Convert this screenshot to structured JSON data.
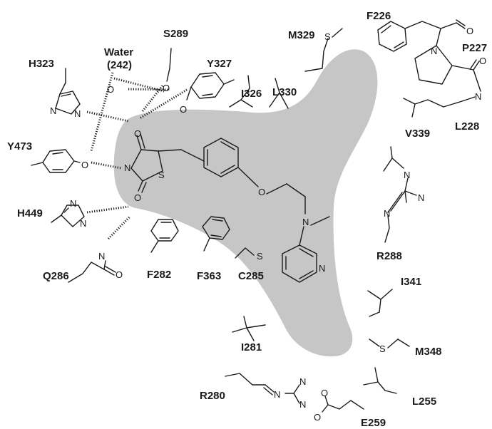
{
  "residues": {
    "H323": "H323",
    "S289": "S289",
    "Y327": "Y327",
    "I326": "I326",
    "L330": "L330",
    "M329": "M329",
    "F226": "F226",
    "P227": "P227",
    "V339": "V339",
    "L228": "L228",
    "Y473": "Y473",
    "H449": "H449",
    "Q286": "Q286",
    "F282": "F282",
    "F363": "F363",
    "C285": "C285",
    "R288": "R288",
    "I341": "I341",
    "I281": "I281",
    "M348": "M348",
    "L255": "L255",
    "R280": "R280",
    "E259": "E259"
  },
  "water": {
    "line1": "Water",
    "line2": "(242)"
  },
  "atoms": {
    "O": "O",
    "N": "N",
    "S": "S"
  }
}
